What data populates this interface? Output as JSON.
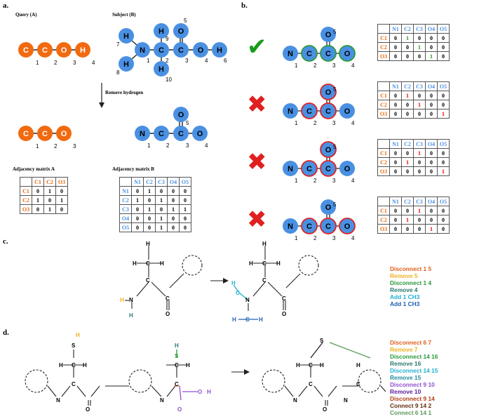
{
  "panels": {
    "a": {
      "label": "a.",
      "query_caption": "Query (A)",
      "subject_caption": "Subject (B)",
      "arrow_caption": "Remove hydrogen",
      "matrix_a_caption": "Adjacency matrix A",
      "matrix_b_caption": "Adjacency matrix B",
      "query_atoms": [
        "C",
        "C",
        "O",
        "H"
      ],
      "query_numbers": [
        "1",
        "2",
        "3",
        "4"
      ],
      "query_h_removed_atoms": [
        "C",
        "C",
        "O"
      ],
      "query_h_removed_numbers": [
        "1",
        "2",
        "3"
      ],
      "subject_atoms": {
        "n": "N",
        "c1": "C",
        "c2": "C",
        "o1": "O",
        "o2": "O",
        "h": "H"
      },
      "subject_numbers": [
        "1",
        "2",
        "3",
        "4",
        "5",
        "6",
        "7",
        "8",
        "9",
        "10"
      ],
      "subject_h_removed_numbers": [
        "1",
        "2",
        "3",
        "4",
        "5"
      ],
      "matrix_a": {
        "headers": [
          "C1",
          "C2",
          "O3"
        ],
        "rows": [
          [
            "0",
            "1",
            "0"
          ],
          [
            "1",
            "0",
            "1"
          ],
          [
            "0",
            "1",
            "0"
          ]
        ]
      },
      "matrix_b": {
        "headers": [
          "N1",
          "C2",
          "C3",
          "O4",
          "O5"
        ],
        "rows": [
          [
            "0",
            "1",
            "0",
            "0",
            "0"
          ],
          [
            "1",
            "0",
            "1",
            "0",
            "0"
          ],
          [
            "0",
            "1",
            "0",
            "1",
            "1"
          ],
          [
            "0",
            "0",
            "1",
            "0",
            "0"
          ],
          [
            "0",
            "0",
            "1",
            "0",
            "0"
          ]
        ]
      }
    },
    "b": {
      "label": "b.",
      "col_headers": [
        "N1",
        "C2",
        "C3",
        "O4",
        "O5"
      ],
      "row_headers": [
        "C1",
        "C2",
        "O3"
      ],
      "match_symbol": "✔",
      "mismatch_symbol": "✖",
      "mol_numbers": [
        "1",
        "2",
        "3",
        "4",
        "5"
      ],
      "mapping_marks": [
        "1",
        "2",
        "3"
      ],
      "matrices": [
        {
          "rows": [
            [
              "0",
              "1",
              "0",
              "0",
              "0"
            ],
            [
              "0",
              "0",
              "1",
              "0",
              "0"
            ],
            [
              "0",
              "0",
              "0",
              "1",
              "0"
            ]
          ],
          "valid": true
        },
        {
          "rows": [
            [
              "0",
              "1",
              "0",
              "0",
              "0"
            ],
            [
              "0",
              "0",
              "1",
              "0",
              "0"
            ],
            [
              "0",
              "0",
              "0",
              "0",
              "1"
            ]
          ],
          "valid": false
        },
        {
          "rows": [
            [
              "0",
              "0",
              "1",
              "0",
              "0"
            ],
            [
              "0",
              "1",
              "0",
              "0",
              "0"
            ],
            [
              "0",
              "0",
              "0",
              "0",
              "1"
            ]
          ],
          "valid": false
        },
        {
          "rows": [
            [
              "0",
              "0",
              "1",
              "0",
              "0"
            ],
            [
              "0",
              "1",
              "0",
              "0",
              "0"
            ],
            [
              "0",
              "0",
              "0",
              "1",
              "0"
            ]
          ],
          "valid": false
        }
      ]
    },
    "c": {
      "label": "c.",
      "operations": [
        {
          "text": "Disconnect 1 5",
          "color": "#e0601a"
        },
        {
          "text": "Remove 5",
          "color": "#f0b020"
        },
        {
          "text": "Disconnect 1 4",
          "color": "#2a9a3a"
        },
        {
          "text": "Remove 4",
          "color": "#2a7a70"
        },
        {
          "text": "Add 1 CH3",
          "color": "#20b0d0"
        },
        {
          "text": "Add 1 CH3",
          "color": "#2060b0"
        }
      ]
    },
    "d": {
      "label": "d.",
      "operations": [
        {
          "text": "Disconnect 6 7",
          "color": "#e0601a"
        },
        {
          "text": "Remove 7",
          "color": "#f0b020"
        },
        {
          "text": "Disconnect 14 16",
          "color": "#2a9a3a"
        },
        {
          "text": "Remove 16",
          "color": "#2a7a70"
        },
        {
          "text": "Disconnect 14 15",
          "color": "#20b0d0"
        },
        {
          "text": "Remove 15",
          "color": "#2090a0"
        },
        {
          "text": "Disconnect 9 10",
          "color": "#9050d0"
        },
        {
          "text": "Remove 10",
          "color": "#6020a0"
        },
        {
          "text": "Disconnect 9 14",
          "color": "#b04010"
        },
        {
          "text": "Connect 9 14 2",
          "color": "#603010"
        },
        {
          "text": "Connect 6 14 1",
          "color": "#5a9a5a"
        }
      ]
    }
  },
  "colors": {
    "orange": "#f26a10",
    "blue": "#4a90e2",
    "green": "#1a9a1a",
    "red": "#e02020",
    "light_green_ring": "#2a9a3a",
    "red_ring": "#e02020"
  }
}
